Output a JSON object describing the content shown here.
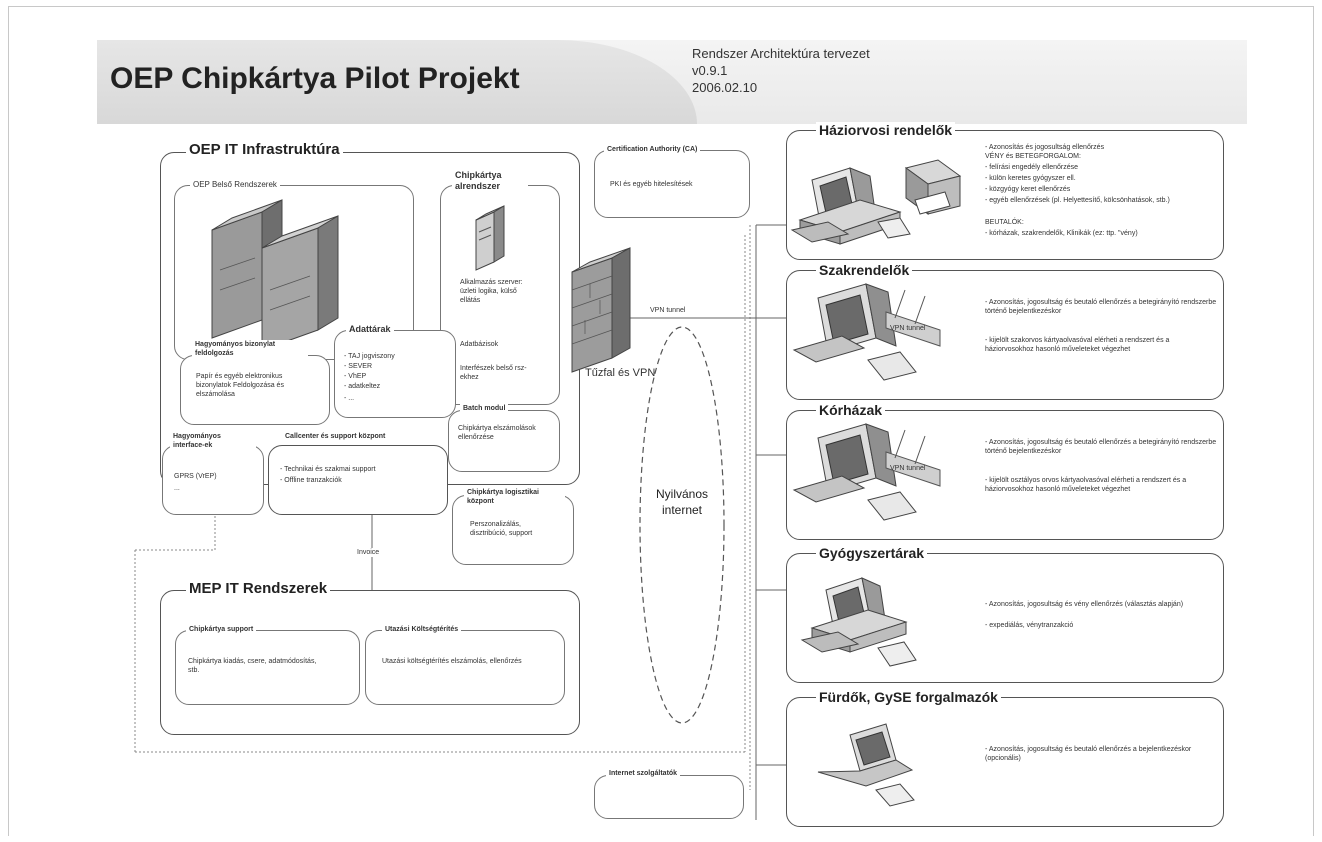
{
  "header": {
    "title": "OEP Chipkártya Pilot Projekt",
    "doc_title": "Rendszer Architektúra tervezet",
    "version": "v0.9.1",
    "date": "2006.02.10"
  },
  "oep_it": {
    "title": "OEP IT Infrastruktúra",
    "inner_systems": {
      "title": "OEP Belső Rendszerek"
    },
    "chip_subsystem": {
      "title": "Chipkártya alrendszer",
      "items": [
        "Alkalmazás szerver: üzleti logika, külső ellátás",
        "Adatbázisok",
        "Interfészek belső rsz-ekhez"
      ]
    },
    "data_store": {
      "title": "Adattárak",
      "items": [
        "- TAJ jogviszony",
        "- SEVER",
        "- VhEP",
        "- adatkeltez",
        "- ..."
      ]
    },
    "legacy_docs": {
      "title": "Hagyományos bizonylat feldolgozás",
      "body": "Papír és egyéb elektronikus bizonylatok Feldolgozása és elszámolása"
    },
    "batch": {
      "title": "Batch modul",
      "body": "Chipkártya elszámolások ellenőrzése"
    },
    "legacy_interfaces": {
      "title": "Hagyományos interface-ek",
      "body": "GPRS (VrEP)",
      "more": "..."
    },
    "callcenter": {
      "title": "Callcenter és support központ",
      "items": [
        "- Technikai és szakmai support",
        "- Offline tranzakciók"
      ]
    }
  },
  "logistics": {
    "title": "Chipkártya logisztikai központ",
    "body": "Perszonalizálás, disztribúció, support"
  },
  "ca": {
    "title": "Certification Authority (CA)",
    "body": "PKI és egyéb hitelesítések"
  },
  "firewall_label": "Tűzfal és VPN",
  "vpn_label": "VPN tunnel",
  "internet_label": "Nyilvános internet",
  "isp_label": "Internet szolgáltatók",
  "invoice_label": "Invoice",
  "mep": {
    "title": "MEP IT Rendszerek",
    "support": {
      "title": "Chipkártya support",
      "body": "Chipkártya kiadás, csere, adatmódosítás, stb."
    },
    "travel": {
      "title": "Utazási Költségtérítés",
      "body": "Utazási költségtérítés elszámolás, ellenőrzés"
    }
  },
  "clients": [
    {
      "title": "Háziorvosi rendelők",
      "lines": [
        "- Azonosítás és jogosultság ellenőrzés",
        "VÉNY és BETEGFORGALOM:",
        "- felírási engedély ellenőrzése",
        "- külön keretes gyógyszer ell.",
        "- közgyógy keret ellenőrzés",
        "- egyéb ellenőrzések (pl. Helyettesítő, kölcsönhatások, stb.)",
        "BEUTALÓK:",
        "- kórházak, szakrendelők, Klinikák (ez: ttp. \"vény)"
      ]
    },
    {
      "title": "Szakrendelők",
      "lines": [
        "- Azonosítás, jogosultság és beutaló ellenőrzés a betegirányító rendszerbe történő bejelentkezéskor",
        "- kijelölt szakorvos kártyaolvasóval elérheti a rendszert és a háziorvosokhoz hasonló műveleteket végezhet"
      ],
      "tunnel": "VPN tunnel"
    },
    {
      "title": "Kórházak",
      "lines": [
        "- Azonosítás, jogosultság és beutaló ellenőrzés a betegirányító rendszerbe történő bejelentkezéskor",
        "- kijelölt osztályos orvos kártyaolvasóval elérheti a rendszert és a háziorvosokhoz hasonló műveleteket végezhet"
      ],
      "tunnel": "VPN tunnel"
    },
    {
      "title": "Gyógyszertárak",
      "lines": [
        "- Azonosítás, jogosultság és vény ellenőrzés (választás alapján)",
        "- expediálás, vénytranzakció"
      ]
    },
    {
      "title": "Fürdők, GySE forgalmazók",
      "lines": [
        "- Azonosítás, jogosultság és beutaló ellenőrzés a bejelentkezéskor (opcionális)"
      ]
    }
  ]
}
